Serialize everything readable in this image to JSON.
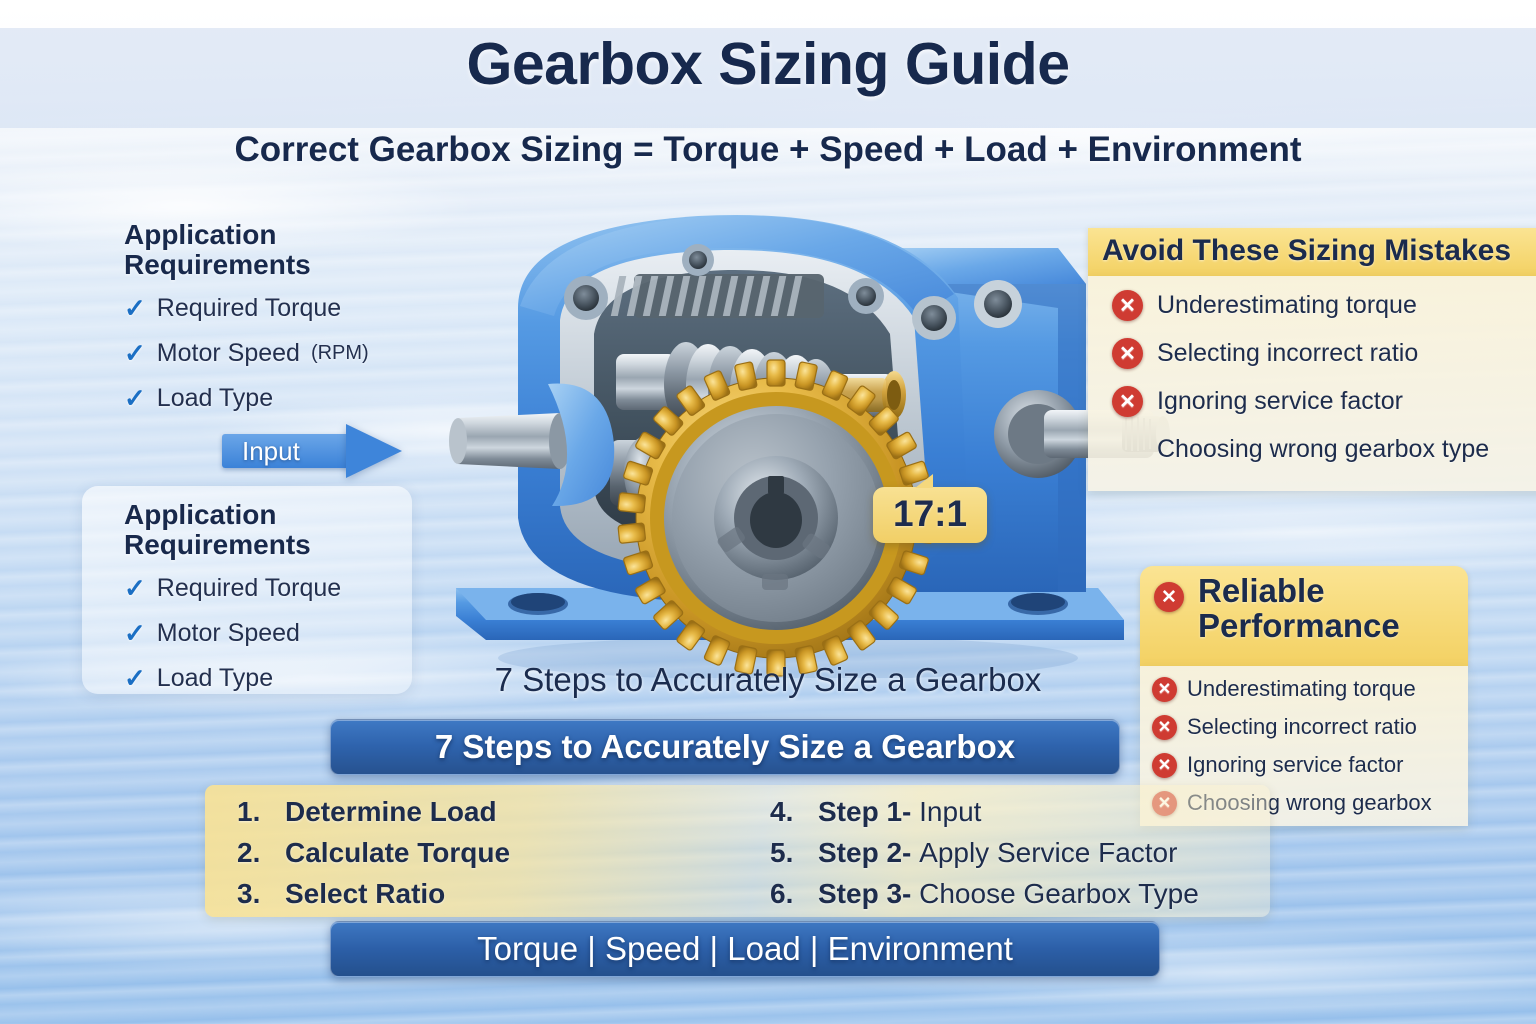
{
  "header": {
    "title": "Gearbox Sizing Guide",
    "subtitle": "Correct Gearbox Sizing = Torque + Speed + Load + Environment"
  },
  "requirements_top": {
    "title_line1": "Application",
    "title_line2": "Requirements",
    "items": [
      {
        "label": "Required Torque",
        "suffix": ""
      },
      {
        "label": "Motor Speed ",
        "suffix": "(RPM)"
      },
      {
        "label": "Load Type",
        "suffix": ""
      }
    ],
    "check_icon": "check-icon"
  },
  "requirements_bottom": {
    "title_line1": "Application",
    "title_line2": "Requirements",
    "items": [
      {
        "label": "Required Torque"
      },
      {
        "label": "Motor Speed"
      },
      {
        "label": "Load Type"
      }
    ]
  },
  "input_arrow": {
    "label": "Input"
  },
  "ratio_badge": {
    "value": "17:1"
  },
  "avoid_panel": {
    "heading": "Avoid These Sizing Mistakes",
    "items": [
      "Underestimating torque",
      "Selecting incorrect ratio",
      "Ignoring service factor",
      "Choosing wrong gearbox type"
    ]
  },
  "reliable_panel": {
    "heading_line1": "Reliable",
    "heading_line2": "Performance",
    "items": [
      "Underestimating torque",
      "Selecting incorrect ratio",
      "Ignoring service factor",
      "Choosing wrong gearbox"
    ]
  },
  "center_caption": "7 Steps to Accurately Size a Gearbox",
  "blue_banner": "7 Steps to Accurately Size a Gearbox",
  "steps": {
    "left": [
      {
        "num": "1.",
        "bold": "Determine Load",
        "rest": ""
      },
      {
        "num": "2.",
        "bold": "Calculate Torque",
        "rest": ""
      },
      {
        "num": "3.",
        "bold": "Select Ratio",
        "rest": ""
      }
    ],
    "right": [
      {
        "num": "4.",
        "bold": "Step 1",
        "dash": "- ",
        "rest": "Input"
      },
      {
        "num": "5.",
        "bold": "Step 2",
        "dash": "- ",
        "rest": "Apply Service Factor"
      },
      {
        "num": "6.",
        "bold": "Step 3",
        "dash": "- ",
        "rest": "Choose Gearbox Type"
      }
    ]
  },
  "footer": {
    "label": "Torque  |  Speed  |  Load  |  Environment"
  },
  "colors": {
    "navy": "#17294d",
    "accent_blue": "#2e63ad",
    "check_blue": "#1b6fc4",
    "panel_yellow": "#f3d163",
    "error_red": "#cf3b32",
    "gear_gold": "#d9a323",
    "housing_blue": "#3f86df"
  },
  "icons": {
    "check": "check-icon",
    "error_x": "error-x-icon",
    "arrow_right": "arrow-right-icon"
  }
}
